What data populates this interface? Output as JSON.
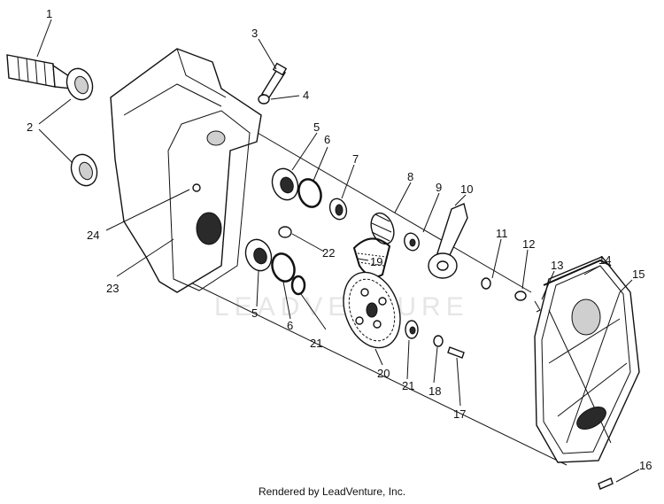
{
  "callouts": {
    "c1": "1",
    "c2": "2",
    "c3": "3",
    "c4": "4",
    "c5a": "5",
    "c5b": "5",
    "c6a": "6",
    "c6b": "6",
    "c7": "7",
    "c8": "8",
    "c9": "9",
    "c10": "10",
    "c11": "11",
    "c12": "12",
    "c13": "13",
    "c14": "14",
    "c15": "15",
    "c16": "16",
    "c17": "17",
    "c18": "18",
    "c19": "19",
    "c20": "20",
    "c21a": "21",
    "c21b": "21",
    "c22": "22",
    "c23": "23",
    "c24": "24"
  },
  "watermark": "LEADVENTURE",
  "footer": "Rendered by LeadVenture, Inc."
}
